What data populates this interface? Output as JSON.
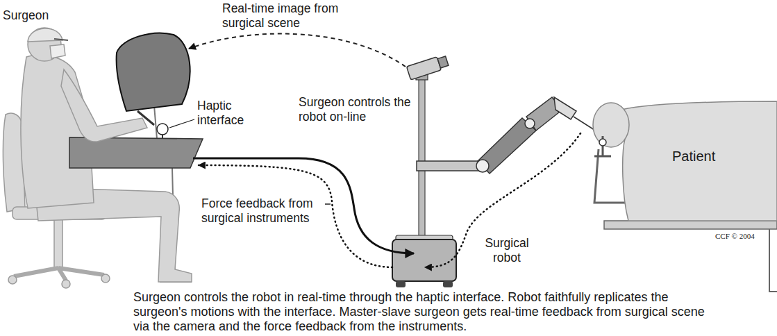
{
  "diagram": {
    "caption": "Surgeon controls the robot in real-time through the haptic interface. Robot faithfully replicates the surgeon's motions with the interface. Master-slave surgeon gets real-time feedback from surgical scene via the camera and the force feedback from the instruments.",
    "nodes": [
      {
        "text": [
          "Patient"
        ]
      }
    ],
    "labels": [
      "Surgeon",
      "Real-time image from surgical scene",
      "Haptic interface",
      "Surgeon controls the robot on-line",
      "Force feedback from surgical instruments",
      "Surgical robot",
      "CCF © 2004"
    ]
  }
}
